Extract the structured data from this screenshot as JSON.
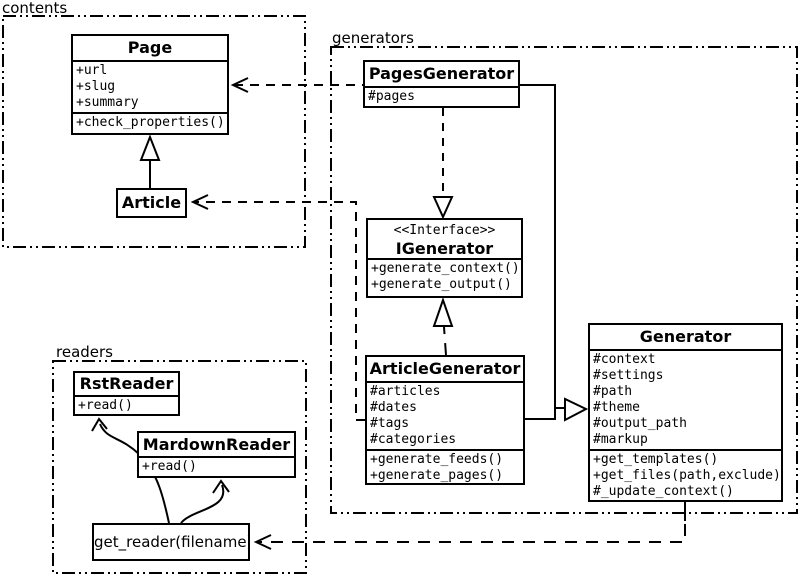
{
  "packages": {
    "contents": {
      "label": "contents"
    },
    "generators": {
      "label": "generators"
    },
    "readers": {
      "label": "readers"
    }
  },
  "classes": {
    "page": {
      "name": "Page",
      "attributes": [
        "+url",
        "+slug",
        "+summary"
      ],
      "methods": [
        "+check_properties()"
      ]
    },
    "article": {
      "name": "Article"
    },
    "pages_generator": {
      "name": "PagesGenerator",
      "attributes": [
        "#pages"
      ]
    },
    "igenerator": {
      "stereotype": "<<Interface>>",
      "name": "IGenerator",
      "methods": [
        "+generate_context()",
        "+generate_output()"
      ]
    },
    "article_generator": {
      "name": "ArticleGenerator",
      "attributes": [
        "#articles",
        "#dates",
        "#tags",
        "#categories"
      ],
      "methods": [
        "+generate_feeds()",
        "+generate_pages()"
      ]
    },
    "generator": {
      "name": "Generator",
      "attributes": [
        "#context",
        "#settings",
        "#path",
        "#theme",
        "#output_path",
        "#markup"
      ],
      "methods": [
        "+get_templates()",
        "+get_files(path,exclude)",
        "#_update_context()"
      ]
    },
    "rst_reader": {
      "name": "RstReader",
      "methods": [
        "+read()"
      ]
    },
    "mardown_reader": {
      "name": "MardownReader",
      "methods": [
        "+read()"
      ]
    },
    "get_reader": {
      "name": "get_reader(filename)"
    }
  },
  "relationships": [
    {
      "from": "Article",
      "to": "Page",
      "type": "generalization"
    },
    {
      "from": "PagesGenerator",
      "to": "Page",
      "type": "dependency"
    },
    {
      "from": "ArticleGenerator",
      "to": "Article",
      "type": "dependency"
    },
    {
      "from": "PagesGenerator",
      "to": "IGenerator",
      "type": "realization"
    },
    {
      "from": "ArticleGenerator",
      "to": "IGenerator",
      "type": "realization"
    },
    {
      "from": "PagesGenerator",
      "to": "Generator",
      "type": "generalization"
    },
    {
      "from": "ArticleGenerator",
      "to": "Generator",
      "type": "generalization"
    },
    {
      "from": "Generator",
      "to": "get_reader(filename)",
      "type": "dependency"
    },
    {
      "from": "get_reader(filename)",
      "to": "RstReader",
      "type": "dependency"
    },
    {
      "from": "get_reader(filename)",
      "to": "MardownReader",
      "type": "dependency"
    }
  ],
  "colors": {
    "line": "#000000",
    "background": "#ffffff"
  }
}
